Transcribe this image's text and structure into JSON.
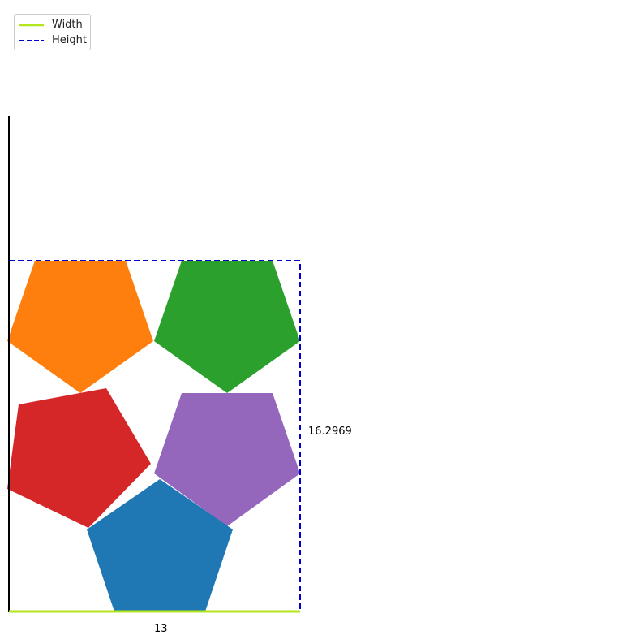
{
  "legend": {
    "width_label": "Width",
    "height_label": "Height"
  },
  "dimensions": {
    "width_value": "13",
    "height_value": "16.2969"
  },
  "colors": {
    "width_line": "#b5e61d",
    "height_line": "#0000cc",
    "axis": "#000000",
    "blue": "#1f77b4",
    "orange": "#ff7f0e",
    "green": "#2ca02c",
    "red": "#d62728",
    "purple": "#9467bd"
  },
  "shapes": [
    {
      "name": "orange-pentagon",
      "color": "orange"
    },
    {
      "name": "green-pentagon",
      "color": "green"
    },
    {
      "name": "red-pentagon",
      "color": "red"
    },
    {
      "name": "purple-pentagon",
      "color": "purple"
    },
    {
      "name": "blue-pentagon",
      "color": "blue"
    }
  ]
}
